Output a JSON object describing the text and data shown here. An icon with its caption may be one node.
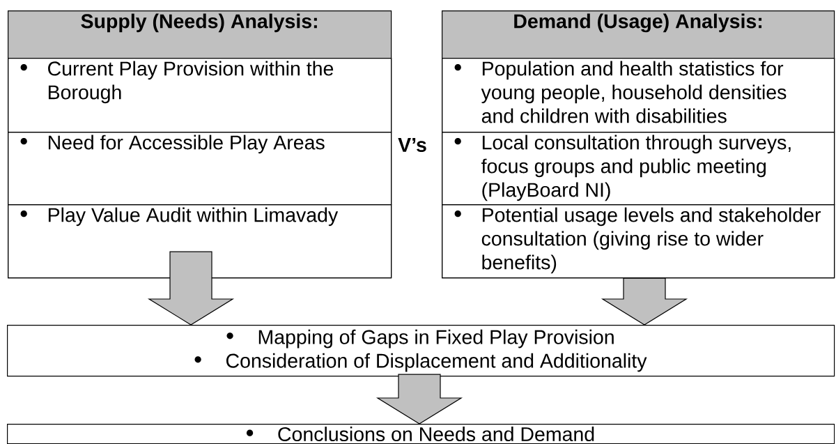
{
  "diagram": {
    "nodes": [
      {
        "text": [
          "Supply (Needs) Analysis:"
        ]
      },
      {
        "text": [
          "Current Play Provision within the Borough"
        ],
        "in": 0
      },
      {
        "text": [
          "Need for Accessible Play Areas"
        ],
        "in": 0
      },
      {
        "text": [
          "Play Value Audit within Limavady"
        ],
        "in": 0
      },
      {
        "text": [
          "Demand (Usage) Analysis:"
        ]
      },
      {
        "text": [
          "Population and health statistics for young people, household densities and children with disabilities"
        ],
        "in": 4
      },
      {
        "text": [
          "Local consultation through surveys, focus groups and public meeting (PlayBoard NI)"
        ],
        "in": 4
      },
      {
        "text": [
          "Potential usage levels and stakeholder consultation (giving rise to wider benefits)"
        ],
        "in": 4
      },
      {
        "text": [
          "Mapping of Gaps in Fixed Play Provision",
          "Consideration of Displacement and Additionality"
        ]
      },
      {
        "text": [
          "Conclusions on Needs and Demand"
        ]
      }
    ],
    "edges": [
      {
        "from": 0,
        "to": 8,
        "arrow": "to"
      },
      {
        "from": 4,
        "to": 8,
        "arrow": "to"
      },
      {
        "from": 8,
        "to": 9,
        "arrow": "to"
      }
    ],
    "labels": [
      "V’s"
    ]
  }
}
